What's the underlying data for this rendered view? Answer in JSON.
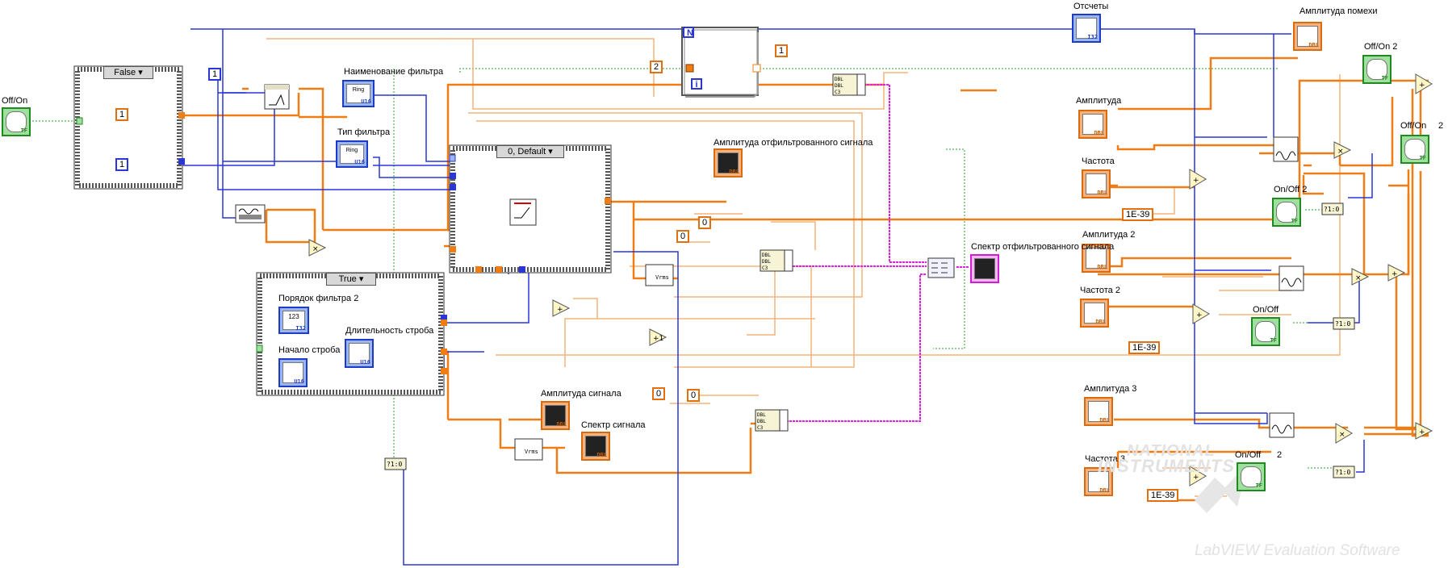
{
  "labels": {
    "off_on_left": "Off/On",
    "otschety": "Отсчеты",
    "amplituda_pomehi": "Амплитуда помехи",
    "off_on_2_top": "Off/On 2",
    "off_on_2_right": "Off/On",
    "off_on_2_right_num": "2",
    "amplituda": "Амплитуда",
    "chastota": "Частота",
    "on_off_2": "On/Off 2",
    "amplituda_2": "Амплитуда 2",
    "chastota_2": "Частота 2",
    "on_off": "On/Off",
    "amplituda_3": "Амплитуда 3",
    "chastota_3": "Частота 3",
    "on_off_bottom": "On/Off",
    "on_off_bottom_num": "2",
    "filter_name": "Наименование фильтра",
    "filter_type": "Тип фильтра",
    "filtered_amp": "Амплитуда отфильтрованного сигнала",
    "filtered_spectrum": "Спектр отфильтрованного сигнала",
    "filter_order_2": "Порядок фильтра 2",
    "strobe_duration": "Длительность строба",
    "strobe_start": "Начало строба",
    "signal_amp": "Амплитуда сигнала",
    "signal_spectrum": "Спектр сигнала"
  },
  "case_selectors": {
    "false_case": "False",
    "default_case": "0, Default",
    "true_case": "True"
  },
  "loop": {
    "n_terminal": "N",
    "i_terminal": "i"
  },
  "constants": {
    "c1_orange": "1",
    "c1_blue_a": "1",
    "c1_blue_b": "1",
    "c2": "2",
    "c1_top": "1",
    "c0_a": "0",
    "c0_b": "0",
    "c0_c": "0",
    "c0_d": "0",
    "eps_1": "1E-39",
    "eps_2": "1E-39",
    "eps_3": "1E-39"
  },
  "datatypes": {
    "dbl": "DBL",
    "tf": "TF",
    "i32": "I32",
    "u16": "U16",
    "ring": "Ring",
    "n123": "123",
    "bool_to_num": "?1:0"
  },
  "watermark": {
    "brand_line1": "NATIONAL",
    "brand_line2": "INSTRUMENTS",
    "product": "LabVIEW Evaluation Software"
  },
  "colors": {
    "wire_orange": "#f07d14",
    "wire_blue": "#2a36d6",
    "wire_green": "#27a027",
    "wire_pink": "#e21ee2",
    "wire_light_orange": "#f5b479"
  }
}
